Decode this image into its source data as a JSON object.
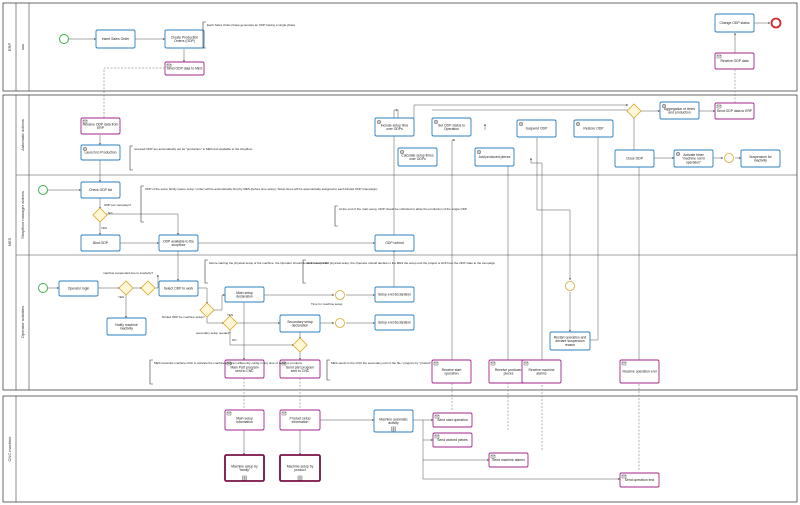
{
  "pools": {
    "erp": "ERP",
    "mes": "MES",
    "cnc": "CNC machine"
  },
  "lanes": {
    "erp": "xxx",
    "auto": "Automatic actions",
    "shop": "Shopfloor manager actions",
    "op": "Operator activities"
  },
  "tasks": {
    "insert_so": "Insert Sales Order",
    "create_po": "Create Production Orders (ODP)",
    "send_odp_mes": "Send ODP data to MES",
    "change_status": "Change ODP status",
    "receive_odp": "Receive ODP data",
    "receive_from_erp": "Receive ODP data from ERP",
    "launch_prod": "Launch to Production",
    "include_setup": "Include setup time over ODPs",
    "set_odp_status": "Set ODP status to Operation",
    "suspend": "Suspend ODP",
    "restore": "Restore ODP",
    "aggregation": "Aggregation of times and production",
    "send_odp_erp": "Send ODP data to ERP",
    "calc_setup": "Calculate setup times over ODPs",
    "add_produced": "Add produced pieces",
    "close_odp": "Close ODP",
    "activate_timer": "Activate timer \"machine not in operation\"",
    "suspension": "Suspension for inactivity",
    "check_odp": "Check ODP list",
    "bind_odp": "Bind ODP",
    "odp_available": "ODP available to the shopfloor",
    "odp_unbind": "ODP unbind",
    "op_login": "Operator login",
    "select_odp": "Select ODP to work",
    "notify": "Notify machine inactivity",
    "main_setup_decl": "Main setup declaration",
    "setup_decl_1": "Setup end declaration",
    "secondary_setup": "Secondary setup declaration",
    "setup_decl_2": "Setup end declaration",
    "main_part_prog": "Main Part program sent to CNC",
    "sec_part_prog": "Send part program sent to CNC",
    "restart_op": "Restart operation and declare suspension reason",
    "receive_start": "Receive start operation",
    "receive_produced": "Receive produced pieces",
    "receive_alarms": "Receive machine alarms",
    "receive_end": "Receive operation end",
    "main_setup_info": "Main setup information",
    "product_setup_info": "Product setup information",
    "machine_auto": "Machine automatic activity",
    "send_start": "Send start operation",
    "send_worked": "Send worked pieces",
    "send_alarms": "Send machine alarms",
    "send_end": "Send operation end",
    "machine_setup_family": "Machine setup by \"family\"",
    "machine_setup_product": "Machine setup by product"
  },
  "annotations": {
    "so_note": "Each Sales Order phase generates an ODP having a single phase",
    "received_note": "received ODP are automatically set as \"production\" in MES and available to the shopfloor",
    "perfect_note": "ODP of the same family (same setup / order) will be automatically bind by MES (before time setup). Setup times will be automatically assigned to each binded ODP (campaign)",
    "unbind_note": "At the end of the main setup, ODP should be unbinded to allow the production of the single ODP",
    "before_note": "before starting the physical setup of the machine, the Operator should declare \"setup start\"",
    "end_note": "At the end of the physical setup, the Operator should declare in the MES the setup end the project is shift from the ODP state to the campaign",
    "mes_cnc_note": "MES transmits machine CNC to activate the machine program differently config in any time of setup or products",
    "mes_send_note": "MES sends to the CNC the secondary part of the file / program by \"product\"",
    "time_note": "Time for machine setup"
  },
  "gateway_labels": {
    "odp_campaign": "ODP per campaign?",
    "no1": "NO",
    "yes1": "YES",
    "machine_suspended": "machine suspended due to inactivity?",
    "yes2": "YES",
    "binded": "binded ODP for machine setup?",
    "secondary": "secondary setup needed?",
    "yes3": "YES",
    "no3": "NO"
  }
}
